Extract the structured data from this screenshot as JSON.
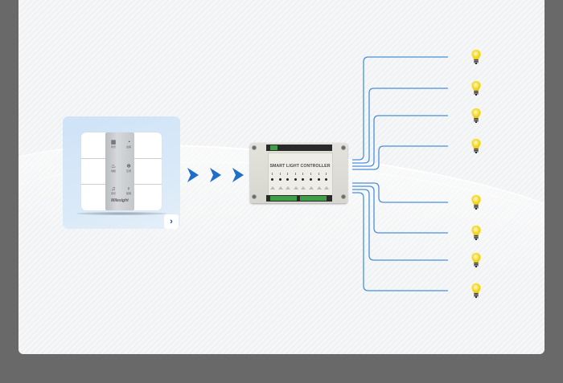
{
  "diagram": {
    "title": "Smart switch to smart light controller to lights",
    "switch_panel": {
      "brand": "Milesight",
      "keys": [
        {
          "icon": "grid-icon",
          "label": "场景"
        },
        {
          "icon": "mode-icon",
          "label": "会客"
        },
        {
          "icon": "fire-icon",
          "label": "地暖"
        },
        {
          "icon": "snowflake-icon",
          "label": "空调"
        },
        {
          "icon": "music-icon",
          "label": "音乐"
        },
        {
          "icon": "bulb-icon",
          "label": "照明"
        }
      ],
      "next_button_glyph": "›"
    },
    "flow_arrows": [
      "›",
      "›",
      "›"
    ],
    "controller": {
      "label": "SMART LIGHT CONTROLLER",
      "channels": 8
    },
    "lights": [
      {
        "id": 1
      },
      {
        "id": 2
      },
      {
        "id": 3
      },
      {
        "id": 4
      },
      {
        "id": 5
      },
      {
        "id": 6
      },
      {
        "id": 7
      },
      {
        "id": 8
      }
    ],
    "colors": {
      "wire": "#4a90d9",
      "arrow": "#1f6fc8",
      "bulb": "#f3d21c",
      "background_outer": "#696969"
    }
  }
}
